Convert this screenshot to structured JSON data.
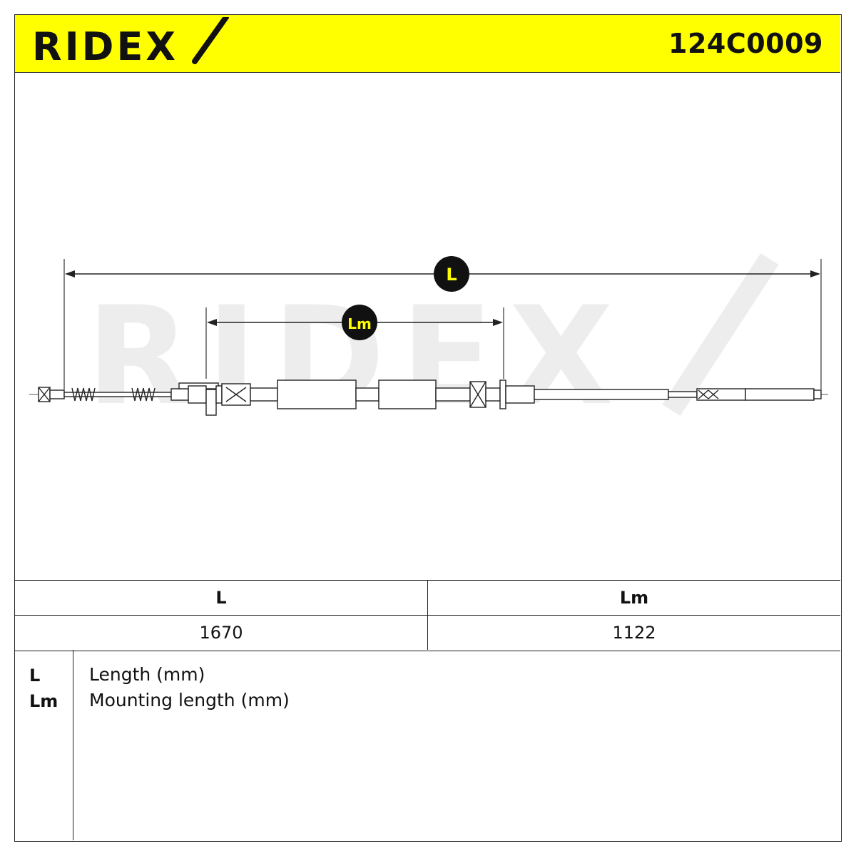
{
  "header": {
    "brand": "RIDEX",
    "part_number": "124C0009",
    "colors": {
      "background": "#ffff00",
      "text": "#111111"
    }
  },
  "drawing": {
    "watermark": "RIDEX",
    "dimension_badges": {
      "overall": "L",
      "mounting": "Lm"
    },
    "colors": {
      "line": "#222222",
      "watermark": "#e9e9e9",
      "badge_fill": "#111111",
      "badge_text": "#ffff00"
    }
  },
  "dimensions": {
    "headers": [
      "L",
      "Lm"
    ],
    "values": [
      "1670",
      "1122"
    ]
  },
  "legend": [
    {
      "key": "L",
      "description": "Length (mm)"
    },
    {
      "key": "Lm",
      "description": "Mounting length (mm)"
    }
  ]
}
